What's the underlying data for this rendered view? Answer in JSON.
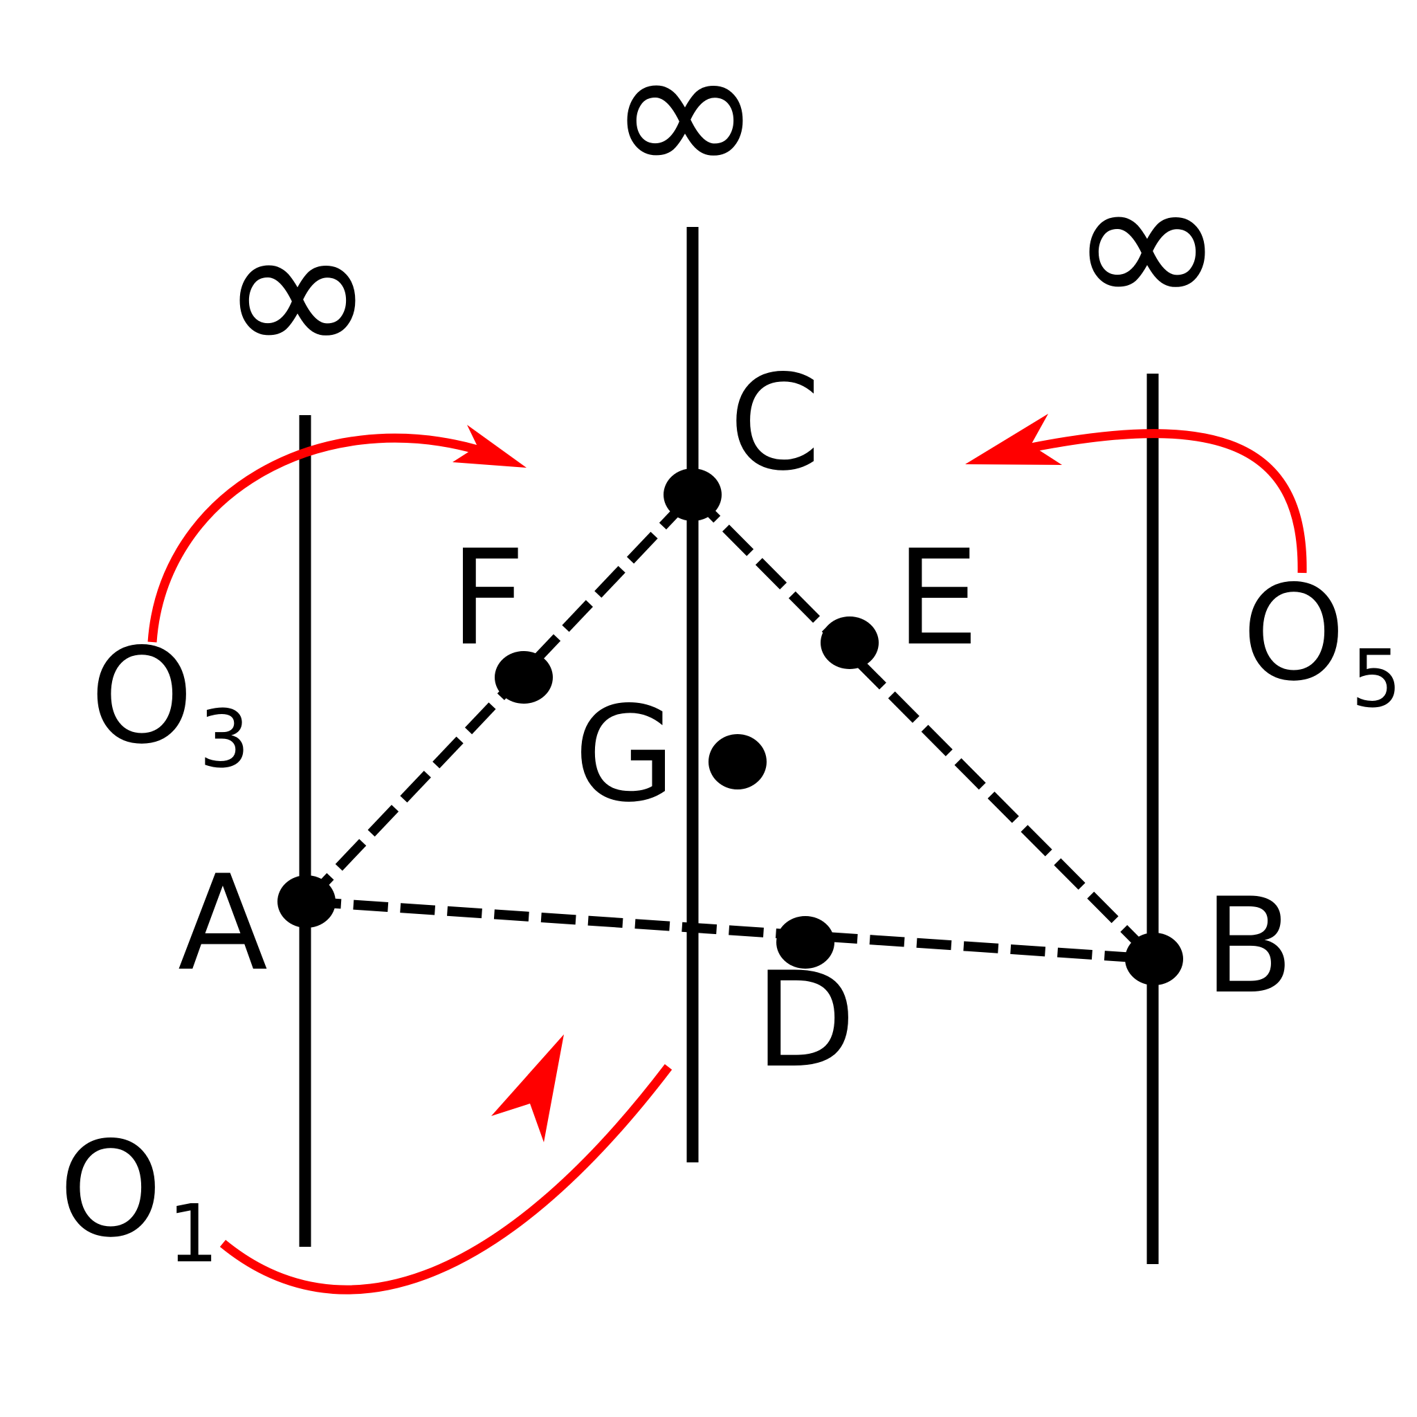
{
  "points": {
    "A": "A",
    "B": "B",
    "C": "C",
    "D": "D",
    "E": "E",
    "F": "F",
    "G": "G"
  },
  "infinity": {
    "left": "∞",
    "middle": "∞",
    "right": "∞"
  },
  "rotations": {
    "o1": {
      "base": "O",
      "sub": "1"
    },
    "o3": {
      "base": "O",
      "sub": "3"
    },
    "o5": {
      "base": "O",
      "sub": "5"
    }
  },
  "colors": {
    "ink": "#000000",
    "arrow": "#ff0000",
    "background": "#ffffff"
  }
}
